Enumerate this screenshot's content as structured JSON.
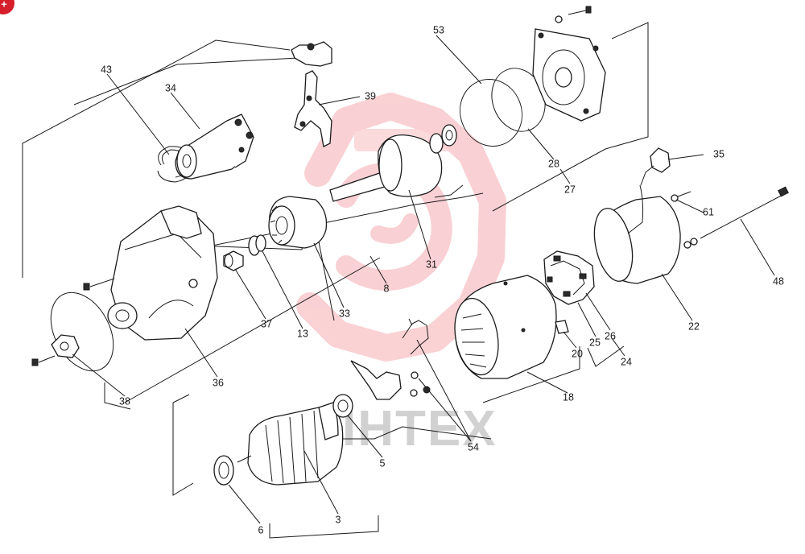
{
  "watermark": {
    "text": "IHTEX",
    "color": "#e8303a",
    "text_color": "#9a9a9a"
  },
  "corner_badge": {
    "glyph": "+",
    "color": "#d61f2b"
  },
  "ink_color": "#1a1a1a",
  "callouts": {
    "c3": "3",
    "c5": "5",
    "c6": "6",
    "c8": "8",
    "c13": "13",
    "c18": "18",
    "c20": "20",
    "c22": "22",
    "c24": "24",
    "c25": "25",
    "c26": "26",
    "c27": "27",
    "c28": "28",
    "c31": "31",
    "c33": "33",
    "c34": "34",
    "c35": "35",
    "c36": "36",
    "c37": "37",
    "c38": "38",
    "c39": "39",
    "c43": "43",
    "c48": "48",
    "c53": "53",
    "c54": "54",
    "c61": "61"
  }
}
